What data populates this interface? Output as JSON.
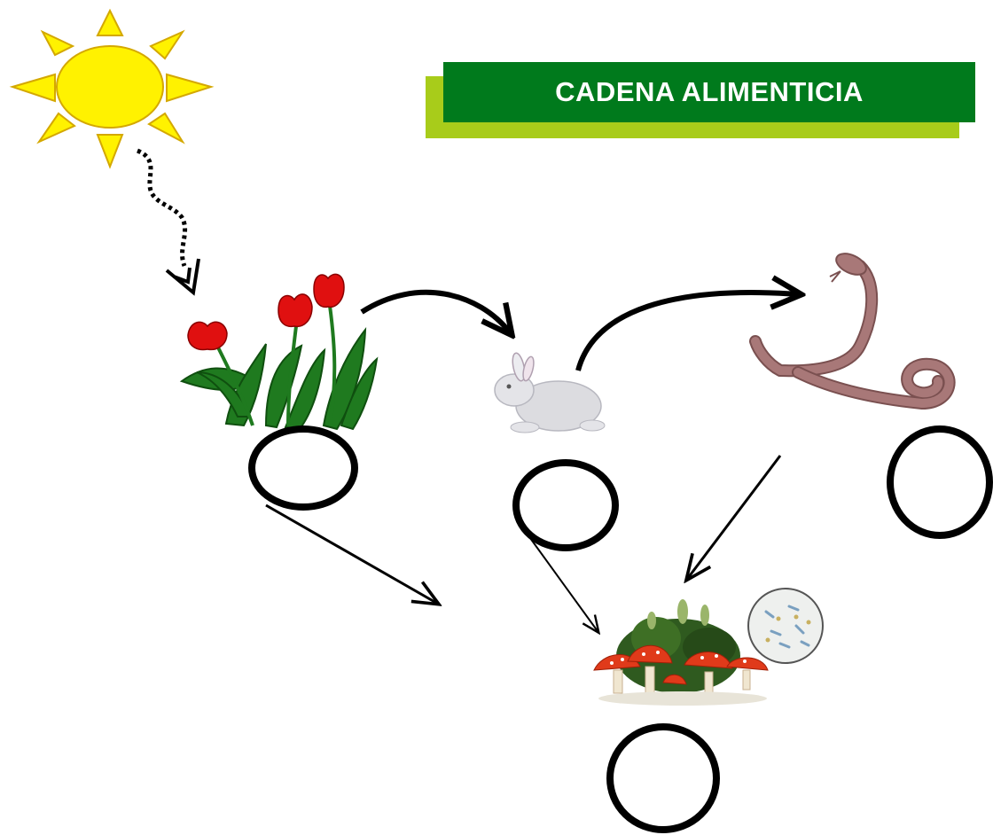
{
  "title": "CADENA ALIMENTICIA",
  "colors": {
    "title_bar": "#007a1c",
    "title_shadow": "#a8cc1a",
    "sun": "#fff200",
    "sun_outline": "#d4a800",
    "tulip_red": "#e01010",
    "leaf_green": "#1f7a1f",
    "snake": "#a87878",
    "rabbit": "#d8d8dc",
    "circle_stroke": "#000000"
  },
  "nodes": [
    {
      "name": "sun",
      "icon": "sun-icon"
    },
    {
      "name": "tulips",
      "icon": "tulips-icon"
    },
    {
      "name": "rabbit",
      "icon": "rabbit-icon"
    },
    {
      "name": "snake",
      "icon": "snake-icon"
    },
    {
      "name": "decomposers",
      "icon": "mushrooms-icon"
    }
  ],
  "answer_circles": [
    "tulips",
    "rabbit",
    "snake",
    "decomposers"
  ]
}
